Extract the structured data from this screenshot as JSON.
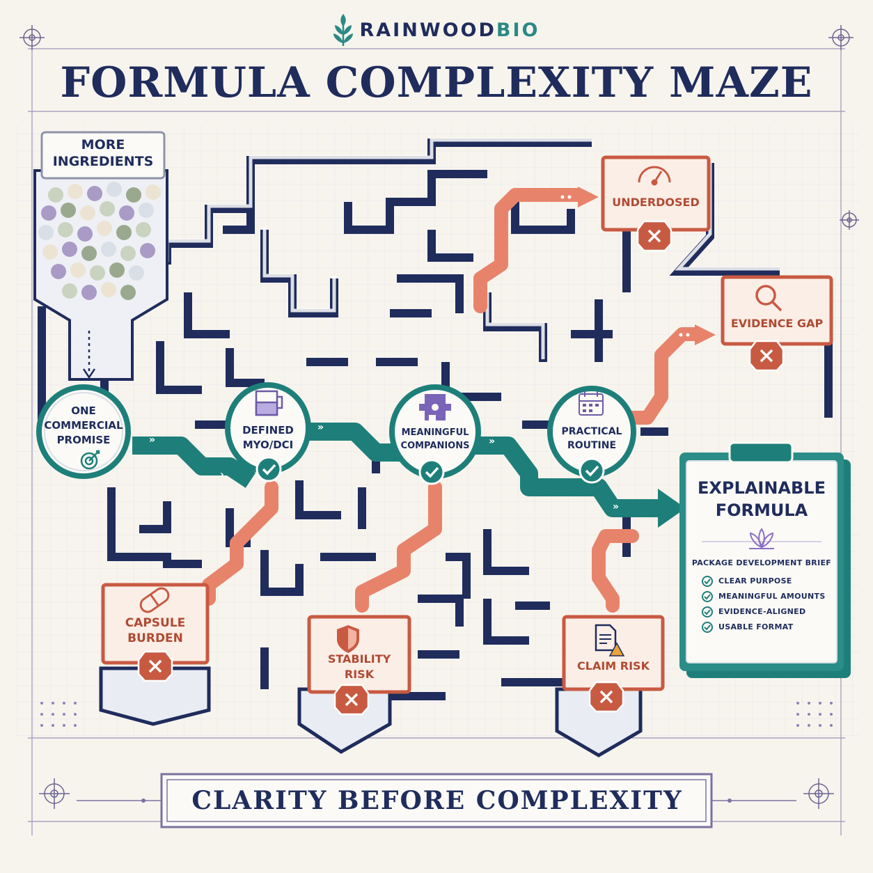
{
  "header": {
    "brand_part1": "RAINWOOD",
    "brand_part2": "BIO",
    "title": "FORMULA COMPLEXITY MAZE"
  },
  "start": {
    "label_line1": "MORE",
    "label_line2": "INGREDIENTS"
  },
  "success_path": [
    {
      "line1": "ONE",
      "line2": "COMMERCIAL",
      "line3": "PROMISE",
      "icon": "target-icon"
    },
    {
      "line1": "DEFINED",
      "line2": "MYO/DCI",
      "icon": "measuring-cup-icon"
    },
    {
      "line1": "MEANINGFUL",
      "line2": "COMPANIONS",
      "icon": "puzzle-gear-icon"
    },
    {
      "line1": "PRACTICAL",
      "line2": "ROUTINE",
      "icon": "calendar-icon"
    }
  ],
  "dead_ends": [
    {
      "line1": "UNDERDOSED",
      "line2": "",
      "icon": "gauge-icon"
    },
    {
      "line1": "EVIDENCE GAP",
      "line2": "",
      "icon": "magnifier-icon"
    },
    {
      "line1": "CAPSULE",
      "line2": "BURDEN",
      "icon": "capsule-icon"
    },
    {
      "line1": "STABILITY",
      "line2": "RISK",
      "icon": "shield-icon"
    },
    {
      "line1": "CLAIM RISK",
      "line2": "",
      "icon": "document-warning-icon"
    }
  ],
  "goal": {
    "title_line1": "EXPLAINABLE",
    "title_line2": "FORMULA",
    "subtitle": "PACKAGE DEVELOPMENT BRIEF",
    "items": [
      "CLEAR PURPOSE",
      "MEANINGFUL AMOUNTS",
      "EVIDENCE-ALIGNED",
      "USABLE FORMAT"
    ],
    "icon": "lotus-icon"
  },
  "footer": {
    "tagline": "CLARITY BEFORE COMPLEXITY"
  },
  "colors": {
    "navy": "#1f2c5c",
    "teal": "#1e7f7a",
    "coral": "#e8836b",
    "fail_red": "#c85a42",
    "paper": "#f7f4ee"
  }
}
